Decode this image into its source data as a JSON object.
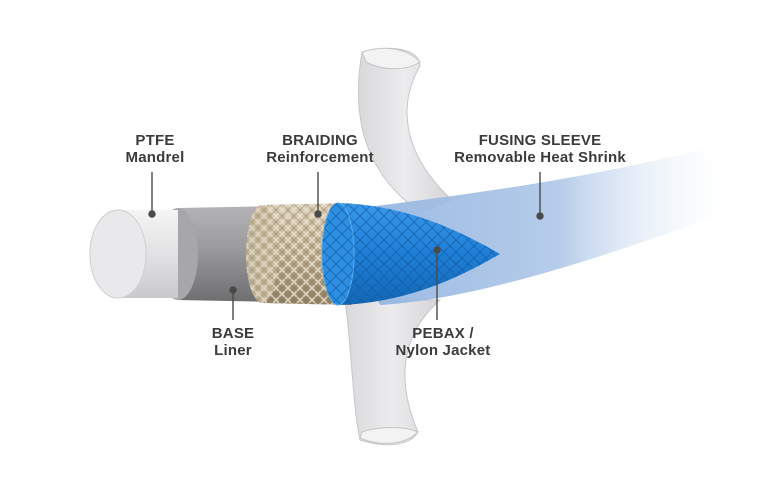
{
  "labels": {
    "ptfe": {
      "line1": "PTFE",
      "line2": "Mandrel"
    },
    "braid": {
      "line1": "BRAIDING",
      "line2": "Reinforcement"
    },
    "fuse": {
      "line1": "FUSING SLEEVE",
      "line2": "Removable Heat Shrink"
    },
    "base": {
      "line1": "BASE",
      "line2": "Liner"
    },
    "pebax": {
      "line1": "PEBAX /",
      "line2": "Nylon Jacket"
    }
  },
  "colors": {
    "text": "#3b3b3b",
    "leader": "#4a4a4a",
    "mandrel": "#e6e6e8",
    "liner": "#8e8e90",
    "braid": "#b9a78a",
    "jacket": "#1f7fd6",
    "sleeve": "#a9c3e6",
    "flange": "#e3e3e5"
  }
}
